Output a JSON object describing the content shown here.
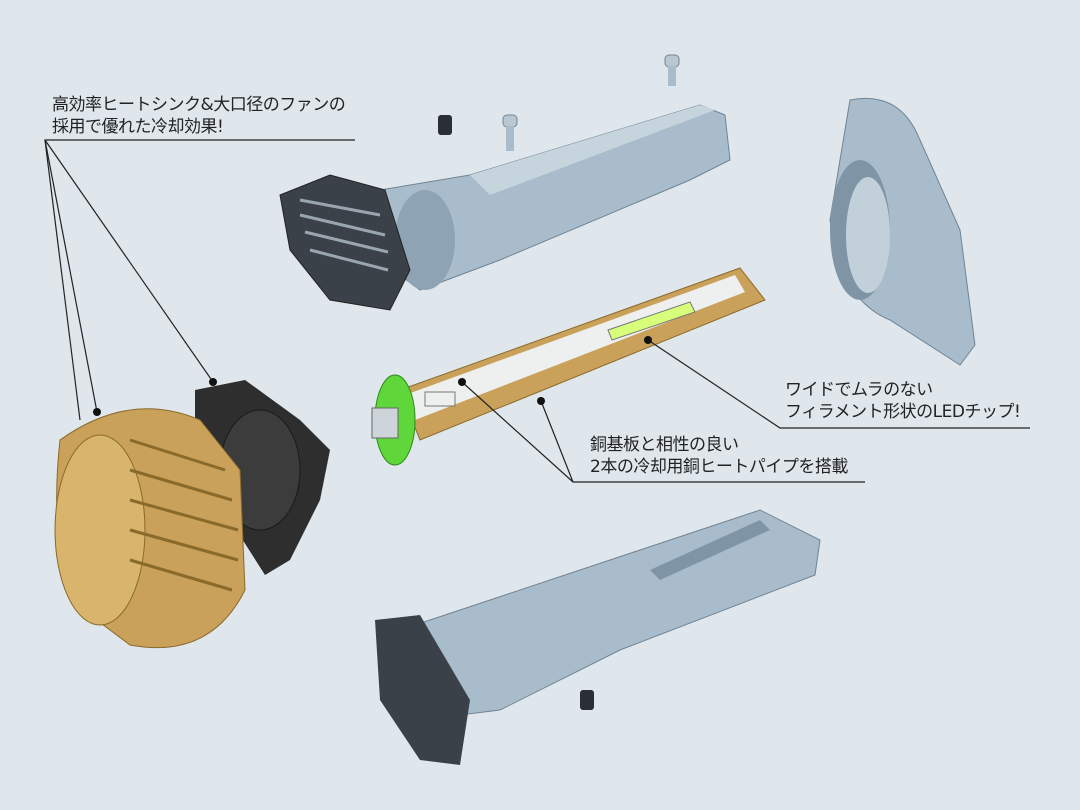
{
  "callouts": {
    "heatsink_fan": {
      "line1": "高効率ヒートシンク&大口径のファンの",
      "line2": "採用で優れた冷却効果!"
    },
    "led_chip": {
      "line1": "ワイドでムラのない",
      "line2": "フィラメント形状のLEDチップ!"
    },
    "heat_pipe": {
      "line1": "銅基板と相性の良い",
      "line2": "2本の冷却用銅ヒートパイプを搭載"
    }
  },
  "colors": {
    "background": "#dfe6ec",
    "housing": "#a9bccb",
    "copper": "#c9a15a",
    "fan": "#2e2e2e",
    "pcb_ring": "#5fd63a",
    "led": "#d8ff7a"
  }
}
